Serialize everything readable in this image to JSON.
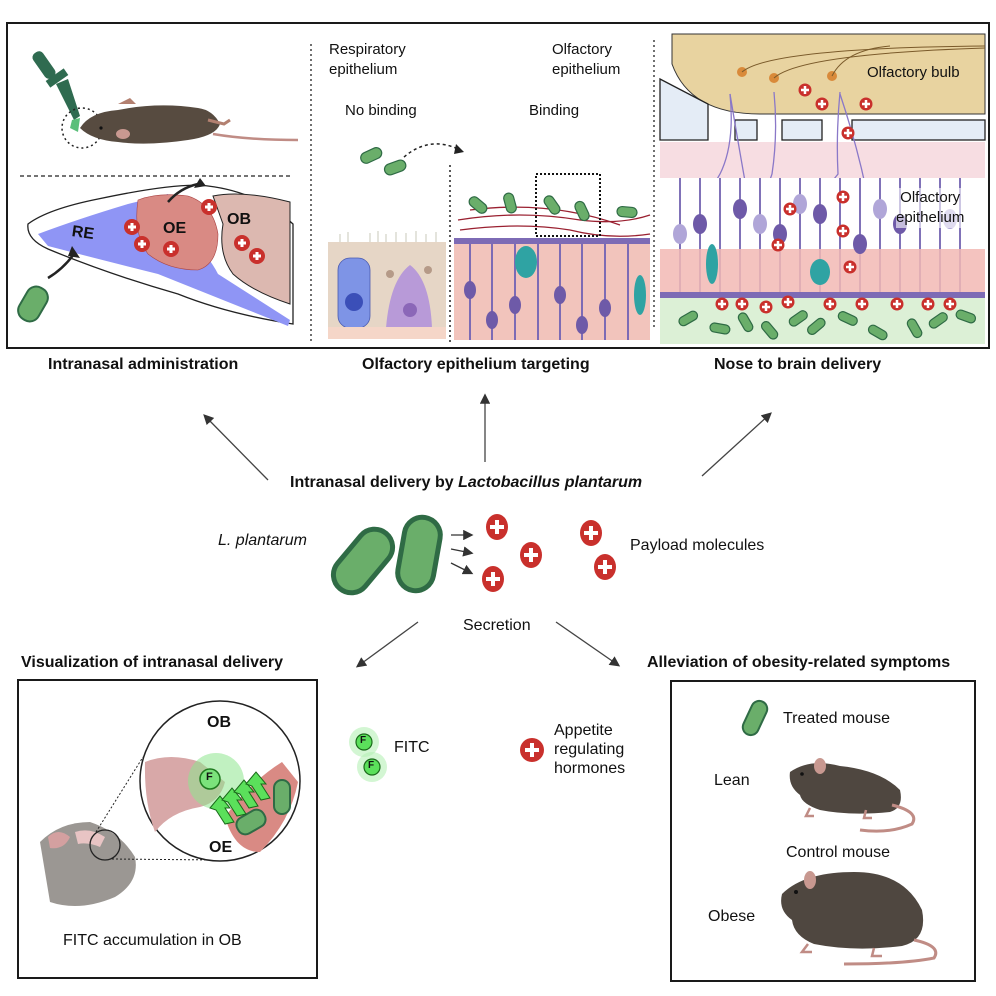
{
  "top_panel": {
    "panel1": {
      "caption": "Intranasal administration",
      "labels": {
        "re": "RE",
        "oe": "OE",
        "ob": "OB"
      }
    },
    "panel2": {
      "caption": "Olfactory epithelium targeting",
      "respiratory_label_line1": "Respiratory",
      "respiratory_label_line2": "epithelium",
      "olfactory_label_line1": "Olfactory",
      "olfactory_label_line2": "epithelium",
      "no_binding": "No binding",
      "binding": "Binding"
    },
    "panel3": {
      "caption": "Nose to brain delivery",
      "bulb_label": "Olfactory bulb",
      "epithelium_line1": "Olfactory",
      "epithelium_line2": "epithelium"
    }
  },
  "center": {
    "title_plain": "Intranasal delivery by ",
    "title_italic": "Lactobacillus plantarum",
    "organism_label": "L. plantarum",
    "payload_label": "Payload molecules",
    "secretion_label": "Secretion"
  },
  "bottom_left": {
    "title": "Visualization of intranasal delivery",
    "ob_label": "OB",
    "oe_label": "OE",
    "f_glyph": "F",
    "caption": "FITC accumulation in OB"
  },
  "legend": {
    "fitc_label": "FITC",
    "f_glyph": "F",
    "hormone_line1": "Appetite",
    "hormone_line2": "regulating",
    "hormone_line3": "hormones"
  },
  "bottom_right": {
    "title": "Alleviation of obesity-related symptoms",
    "treated_label": "Treated mouse",
    "lean_label": "Lean",
    "control_label": "Control mouse",
    "obese_label": "Obese"
  },
  "colors": {
    "payload_red": "#c9302c",
    "bacteria_green": "#6aae6a",
    "bacteria_dark": "#2f6b45",
    "re_blue": "#8f95f5",
    "oe_pink": "#d98a84",
    "ob_tan": "#e8d3a0",
    "mouse_brown": "#4f4740",
    "fitc_green": "#5be05b"
  }
}
